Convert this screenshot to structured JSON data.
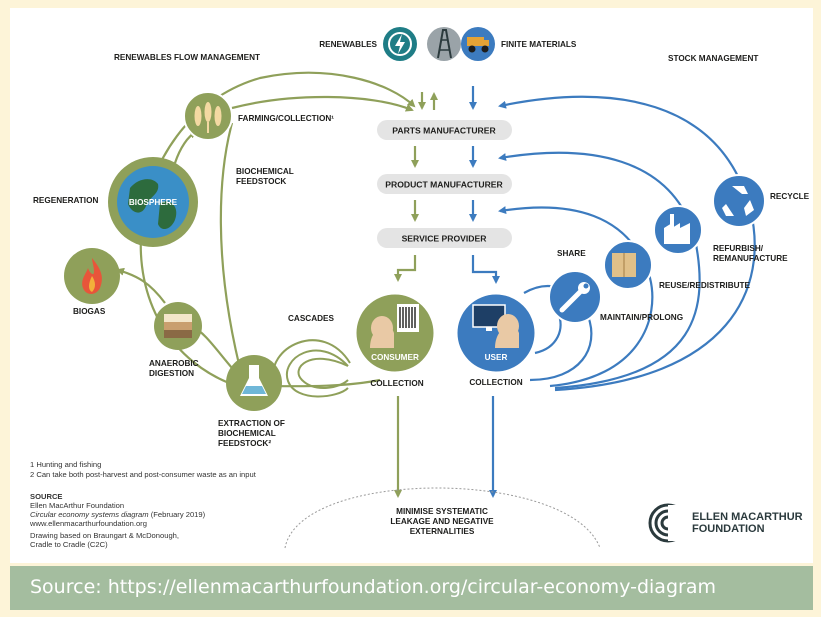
{
  "colors": {
    "green": "#8fa05a",
    "green_dark": "#76874a",
    "blue": "#3c7bbf",
    "blue_dark": "#235f9e",
    "teal": "#1f7d86",
    "pill": "#e4e4e4",
    "caption_bar": "#a4bd9f"
  },
  "headers": {
    "renewables": "RENEWABLES",
    "finite_materials": "FINITE MATERIALS",
    "renewables_flow": "RENEWABLES FLOW MANAGEMENT",
    "stock_management": "STOCK MANAGEMENT"
  },
  "center": {
    "parts_manufacturer": "PARTS MANUFACTURER",
    "product_manufacturer": "PRODUCT MANUFACTURER",
    "service_provider": "SERVICE PROVIDER",
    "consumer": "CONSUMER",
    "user": "USER",
    "collection_left": "COLLECTION",
    "collection_right": "COLLECTION",
    "minimise_line1": "MINIMISE SYSTEMATIC",
    "minimise_line2": "LEAKAGE AND NEGATIVE",
    "minimise_line3": "EXTERNALITIES"
  },
  "biological": {
    "farming": "FARMING/COLLECTION¹",
    "biochemical_line1": "BIOCHEMICAL",
    "biochemical_line2": "FEEDSTOCK",
    "regeneration": "REGENERATION",
    "biosphere": "BIOSPHERE",
    "biogas": "BIOGAS",
    "anaerobic_line1": "ANAEROBIC",
    "anaerobic_line2": "DIGESTION",
    "extraction_line1": "EXTRACTION OF",
    "extraction_line2": "BIOCHEMICAL",
    "extraction_line3": "FEEDSTOCK²",
    "cascades": "CASCADES"
  },
  "technical": {
    "recycle": "RECYCLE",
    "refurbish_line1": "REFURBISH/",
    "refurbish_line2": "REMANUFACTURE",
    "reuse": "REUSE/REDISTRIBUTE",
    "share": "SHARE",
    "maintain": "MAINTAIN/PROLONG"
  },
  "notes": {
    "footnote1": "1 Hunting and fishing",
    "footnote2": "2 Can take both post-harvest and post-consumer waste as an input",
    "source_title": "SOURCE",
    "source_org": "Ellen MacArthur Foundation",
    "source_diagram": "Circular economy systems diagram",
    "source_date": " (February 2019)",
    "source_url": "www.ellenmacarthurfoundation.org",
    "drawing_line1": "Drawing based on Braungart & McDonough,",
    "drawing_line2": "Cradle to Cradle (C2C)"
  },
  "logo": {
    "line1": "ELLEN MACARTHUR",
    "line2": "FOUNDATION"
  },
  "caption": "Source: https://ellenmacarthurfoundation.org/circular-economy-diagram",
  "icons": {
    "renewables": "lightning-icon",
    "finite_a": "oil-rig-icon",
    "finite_b": "mining-truck-icon",
    "farming": "wheat-fish-icon",
    "biosphere": "globe-icon",
    "biogas": "flame-icon",
    "anaerobic": "soil-layers-icon",
    "extraction": "flask-icon",
    "consumer": "barcode-person-icon",
    "user": "monitor-person-icon",
    "maintain": "wrench-icon",
    "reuse": "boxes-icon",
    "refurbish": "factory-icon",
    "recycle": "recycle-icon"
  }
}
